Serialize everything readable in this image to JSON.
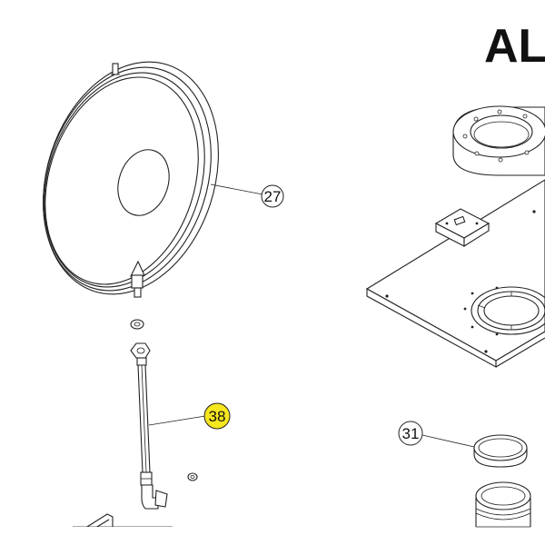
{
  "title": "AL",
  "callouts": [
    {
      "id": "callout-27",
      "label": "27",
      "highlighted": false
    },
    {
      "id": "callout-38",
      "label": "38",
      "highlighted": true
    },
    {
      "id": "callout-31",
      "label": "31",
      "highlighted": false
    }
  ],
  "colors": {
    "highlight": "#f5e61e",
    "line": "#222222",
    "background": "#ffffff"
  }
}
